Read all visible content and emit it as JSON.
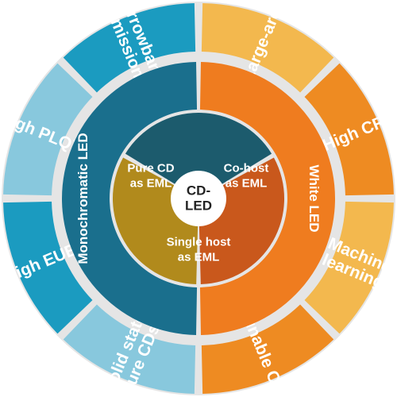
{
  "center": {
    "lines": [
      "CD-",
      "LED"
    ]
  },
  "middle_ring": [
    {
      "label": "Monochromatic LED",
      "color": "#1a6f8d"
    },
    {
      "label": "White LED",
      "color": "#ef7c1f"
    }
  ],
  "core_sectors": [
    {
      "lines": [
        "Pure CD",
        "as EML"
      ],
      "color": "#1c5b6d"
    },
    {
      "lines": [
        "Co-host",
        "as EML"
      ],
      "color": "#c9581c"
    },
    {
      "lines": [
        "Single host",
        "as EML"
      ],
      "color": "#b18a1c"
    }
  ],
  "outer_segments": [
    {
      "lines": [
        "Large-area"
      ],
      "color": "#f3b84e"
    },
    {
      "lines": [
        "High CRI"
      ],
      "color": "#ee8b22"
    },
    {
      "lines": [
        "Machine",
        "learning"
      ],
      "color": "#f3b84e"
    },
    {
      "lines": [
        "Tunable CCT"
      ],
      "color": "#ee8b22"
    },
    {
      "lines": [
        "Solid state",
        "pure CDs"
      ],
      "color": "#88c8dd"
    },
    {
      "lines": [
        "High EUE"
      ],
      "color": "#1b9bc0"
    },
    {
      "lines": [
        "High PLQY"
      ],
      "color": "#88c8dd"
    },
    {
      "lines": [
        "Narrowband",
        "emission"
      ],
      "color": "#1b9bc0"
    }
  ],
  "colors": {
    "ring_background": "#e5e5e5",
    "center_fill": "#ffffff"
  }
}
